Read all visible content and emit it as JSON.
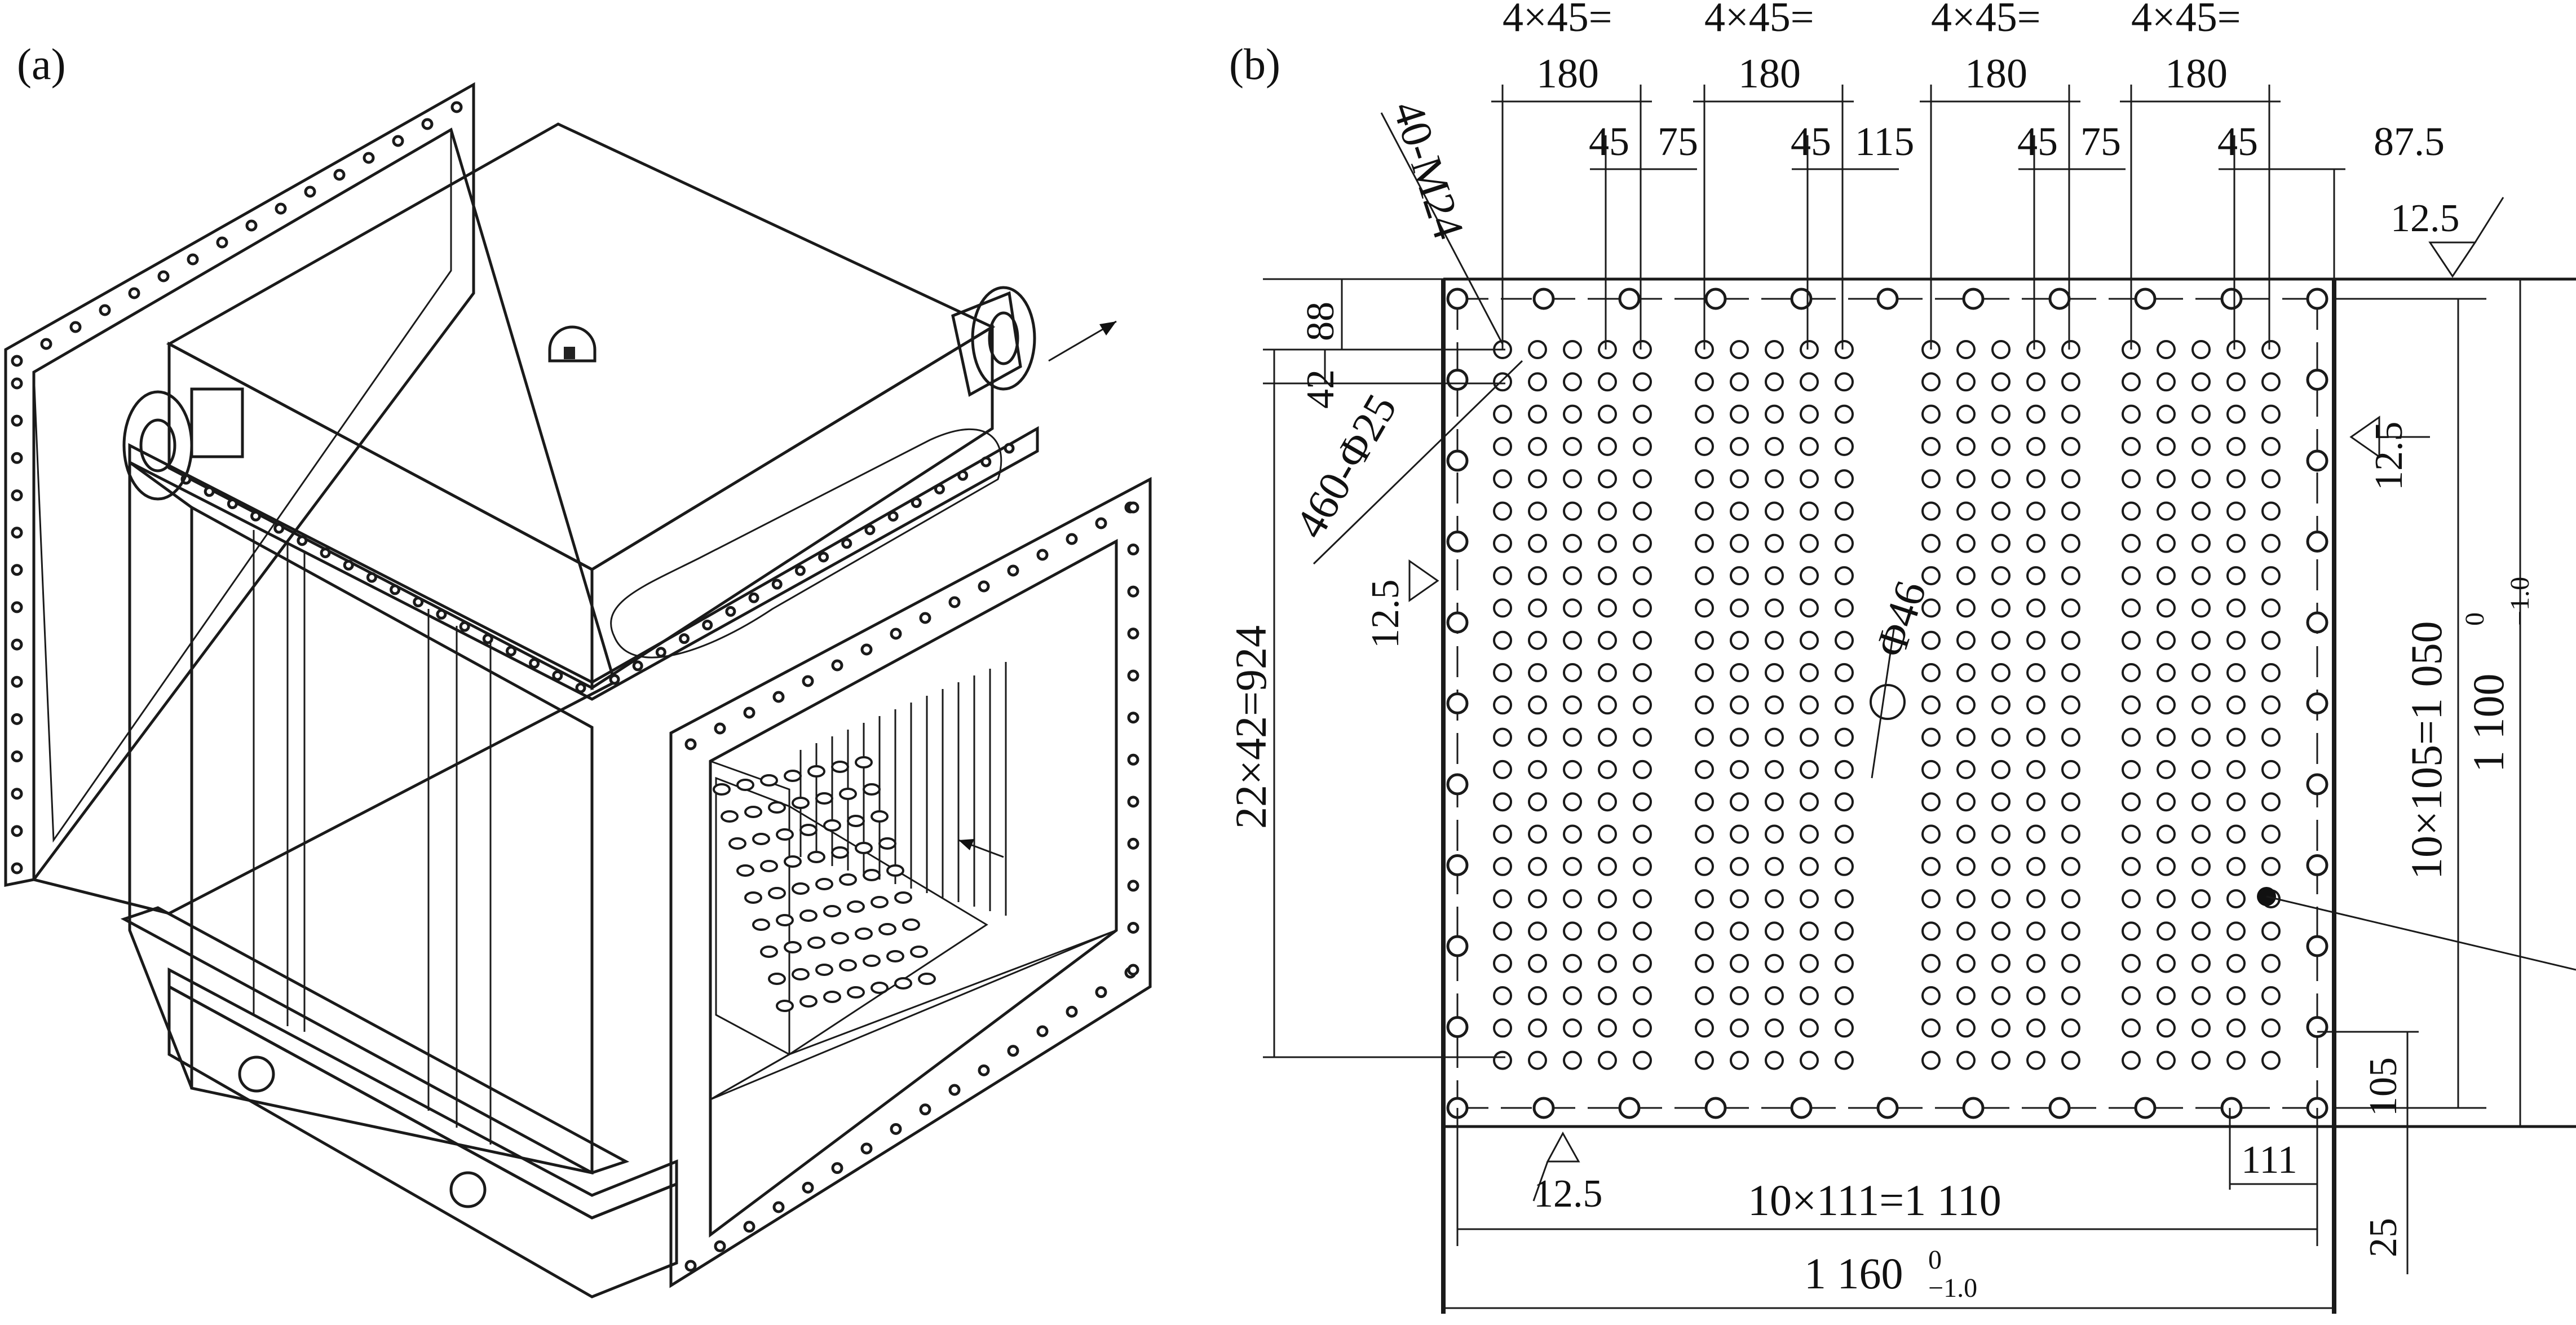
{
  "panel_a": {
    "label": "(a)"
  },
  "panel_b": {
    "label": "(b)",
    "top_group_label_line1": "4×45=",
    "top_group_label_line2": "180",
    "top_pitch_label": "45",
    "gap_labels": [
      "75",
      "115",
      "75"
    ],
    "edge_label": "87.5",
    "bolt_callout": "40-M24",
    "hole_callout": "460-Φ25",
    "center_hole": "Φ46",
    "left_88": "88",
    "left_42": "42",
    "left_total": "22×42=924",
    "weld_symbol_value": "12.5",
    "right_inner": "10×105=1 050",
    "right_outer": "1 100",
    "right_outer_tol_upper": "0",
    "right_outer_tol_lower": "−1.0",
    "bottom_inner": "10×111=1 110",
    "bottom_outer": "1 160",
    "bottom_outer_tol_upper": "0",
    "bottom_outer_tol_lower": "−1.0",
    "pitch_111": "111",
    "pitch_105": "105",
    "margin_25": "25"
  }
}
